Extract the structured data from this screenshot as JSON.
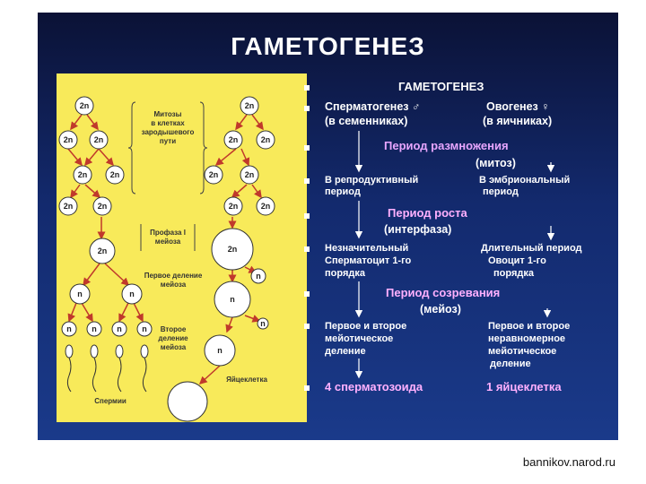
{
  "slide": {
    "title": "ГАМЕТОГЕНЕЗ",
    "source": "bannikov.narod.ru"
  },
  "figure": {
    "labels": {
      "mitosis": [
        "Митозы",
        "в клетках",
        "зародышевого",
        "пути"
      ],
      "prophase": [
        "Профаза I",
        "мейоза"
      ],
      "first_division": [
        "Первое деление",
        "мейоза"
      ],
      "second_division": [
        "Второе",
        "деление",
        "мейоза"
      ],
      "sperm": "Спермии",
      "egg": "Яйцеклетка"
    },
    "cells": {
      "diploid": "2n",
      "haploid": "n"
    }
  },
  "table": {
    "header": "ГАМЕТОГЕНЕЗ",
    "spermatogenesis": "Сперматогенез ♂",
    "spermatogenesis_where": "(в семенниках)",
    "oogenesis": "Овогенез ♀",
    "oogenesis_where": "(в яичниках)",
    "period_reproduction": "Период размножения",
    "reproduction_process": "(митоз)",
    "reproduction_male": [
      "В репродуктивный",
      "период"
    ],
    "reproduction_female": [
      "В эмбриональный",
      "период"
    ],
    "period_growth": "Период роста",
    "growth_process": "(интерфаза)",
    "growth_male": [
      "Незначительный",
      "Сперматоцит 1-го",
      "порядка"
    ],
    "growth_female": [
      "Длительный период",
      "Овоцит 1-го",
      "порядка"
    ],
    "period_maturation": "Период созревания",
    "maturation_process": "(мейоз)",
    "maturation_male": [
      "Первое и второе",
      "мейотическое",
      "деление"
    ],
    "maturation_female": [
      "Первое и второе",
      "неравномерное",
      "мейотическое",
      "деление"
    ],
    "result_male": "4 сперматозоида",
    "result_female": "1 яйцеклетка"
  }
}
